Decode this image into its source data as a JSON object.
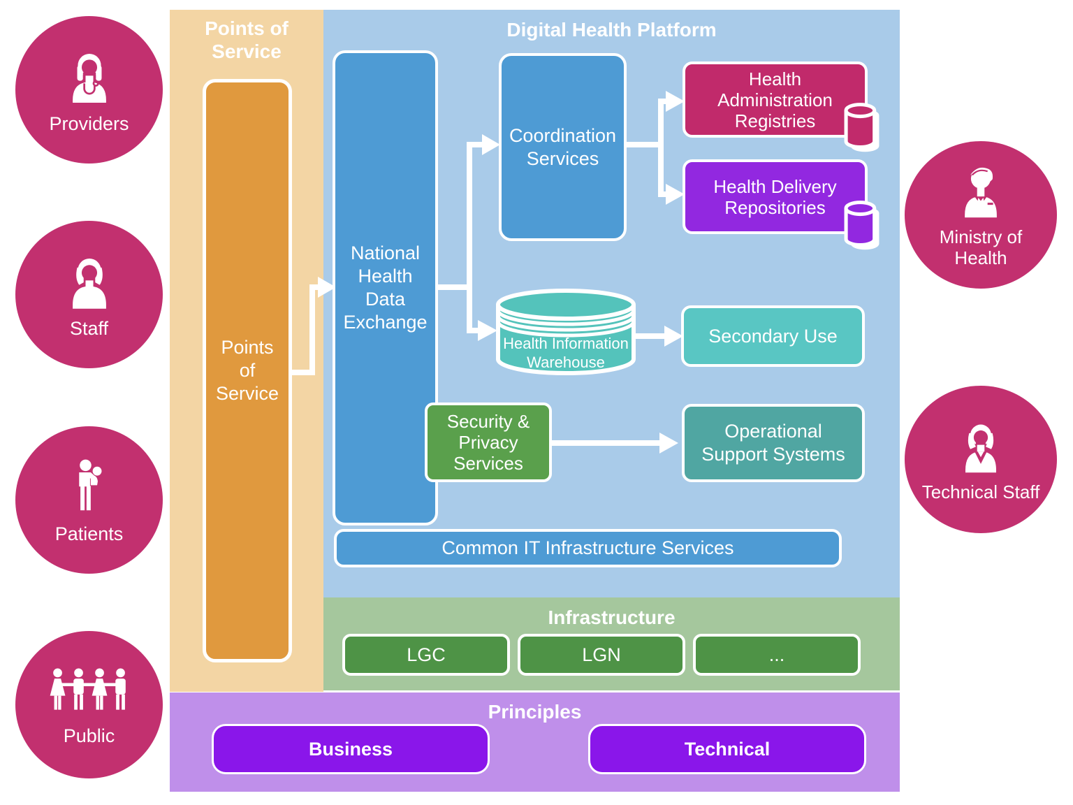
{
  "colors": {
    "actor_circle": "#C2306F",
    "pos_outer": "#F3D5A4",
    "pos_inner": "#E0993E",
    "platform_bg": "#A9CBE9",
    "blue_box": "#4E9BD4",
    "registries": "#C12A6B",
    "repositories": "#9228E0",
    "warehouse": "#54C3BB",
    "secondary_use": "#59C6C3",
    "operational": "#50A6A2",
    "security": "#5AA04C",
    "infrastructure_bg": "#A5C79D",
    "infrastructure_box": "#4E9346",
    "principles_bg": "#BF8FEA",
    "principles_box": "#8A16EA"
  },
  "actors_left": [
    {
      "label": "Providers",
      "icon": "doctor-icon"
    },
    {
      "label": "Staff",
      "icon": "staff-woman-icon"
    },
    {
      "label": "Patients",
      "icon": "patient-carer-icon"
    },
    {
      "label": "Public",
      "icon": "public-group-icon"
    }
  ],
  "actors_right": [
    {
      "label_lines": [
        "Ministry of",
        "Health"
      ],
      "icon": "ministry-official-icon"
    },
    {
      "label_lines": [
        "Technical Staff"
      ],
      "icon": "technical-staff-icon"
    }
  ],
  "points_of_service": {
    "header_lines": [
      "Points of",
      "Service"
    ],
    "box_lines": [
      "Points",
      "of",
      "Service"
    ]
  },
  "platform": {
    "title": "Digital Health Platform",
    "national_health_data_exchange": [
      "National",
      "Health",
      "Data",
      "Exchange"
    ],
    "coordination_services": [
      "Coordination",
      "Services"
    ],
    "health_administration_registries": [
      "Health",
      "Administration",
      "Registries"
    ],
    "health_delivery_repositories": [
      "Health Delivery",
      "Repositories"
    ],
    "health_information_warehouse": [
      "Health Information",
      "Warehouse"
    ],
    "secondary_use": "Secondary Use",
    "security_privacy_services": [
      "Security &",
      "Privacy",
      "Services"
    ],
    "operational_support_systems": [
      "Operational",
      "Support Systems"
    ],
    "common_it": "Common IT Infrastructure Services"
  },
  "infrastructure": {
    "title": "Infrastructure",
    "items": [
      "LGC",
      "LGN",
      "..."
    ]
  },
  "principles": {
    "title": "Principles",
    "items": [
      "Business",
      "Technical"
    ]
  }
}
